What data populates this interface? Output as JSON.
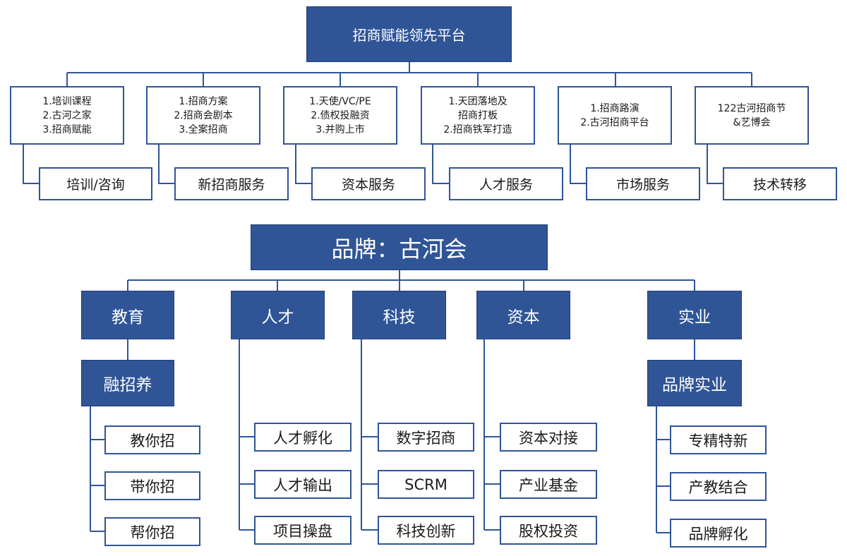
{
  "top": {
    "title": "招商赋能领先平台",
    "columns": [
      {
        "desc": [
          "1.培训课程",
          "2.古河之家",
          "3.招商赋能"
        ],
        "service": "培训/咨询"
      },
      {
        "desc": [
          "1.招商方案",
          "2.招商会剧本",
          "3.全案招商"
        ],
        "service": "新招商服务"
      },
      {
        "desc": [
          "1.天使/VC/PE",
          "2.债权投融资",
          "3.并购上市"
        ],
        "service": "资本服务"
      },
      {
        "desc": [
          "1.天团落地及",
          "招商打板",
          "2.招商铁军打造"
        ],
        "service": "人才服务"
      },
      {
        "desc": [
          "1.招商路演",
          "2.古河招商平台"
        ],
        "service": "市场服务"
      },
      {
        "desc": [
          "122古河招商节",
          "&艺博会"
        ],
        "service": "技术转移"
      }
    ]
  },
  "brand": {
    "title": "品牌：古河会",
    "categories": [
      {
        "label": "教育",
        "sub": "融招养",
        "items": [
          "教你招",
          "带你招",
          "帮你招"
        ]
      },
      {
        "label": "人才",
        "sub": "",
        "items": [
          "人才孵化",
          "人才输出",
          "项目操盘"
        ]
      },
      {
        "label": "科技",
        "sub": "",
        "items": [
          "数字招商",
          "SCRM",
          "科技创新"
        ]
      },
      {
        "label": "资本",
        "sub": "",
        "items": [
          "资本对接",
          "产业基金",
          "股权投资"
        ]
      },
      {
        "label": "实业",
        "sub": "品牌实业",
        "items": [
          "专精特新",
          "产教结合",
          "品牌孵化"
        ]
      }
    ]
  },
  "colors": {
    "box_fill": "#2f5597",
    "line": "#2f5597",
    "text_dark": "#1a1a1a",
    "text_light": "#ffffff"
  }
}
